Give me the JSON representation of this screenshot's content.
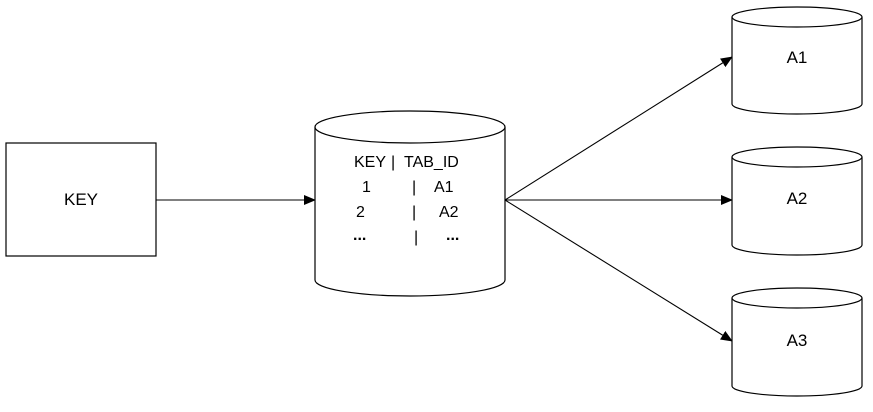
{
  "diagram": {
    "source_node": {
      "label": "KEY"
    },
    "lookup_db": {
      "header": {
        "col1": "KEY",
        "sep": "|",
        "col2": "TAB_ID"
      },
      "rows": [
        {
          "key": "1",
          "sep": "|",
          "tab": "A1"
        },
        {
          "key": "2",
          "sep": "|",
          "tab": "A2"
        },
        {
          "key": "...",
          "sep": "|",
          "tab": "..."
        }
      ]
    },
    "target_dbs": [
      {
        "label": "A1"
      },
      {
        "label": "A2"
      },
      {
        "label": "A3"
      }
    ],
    "colors": {
      "stroke": "#000000",
      "fill": "#ffffff"
    }
  }
}
